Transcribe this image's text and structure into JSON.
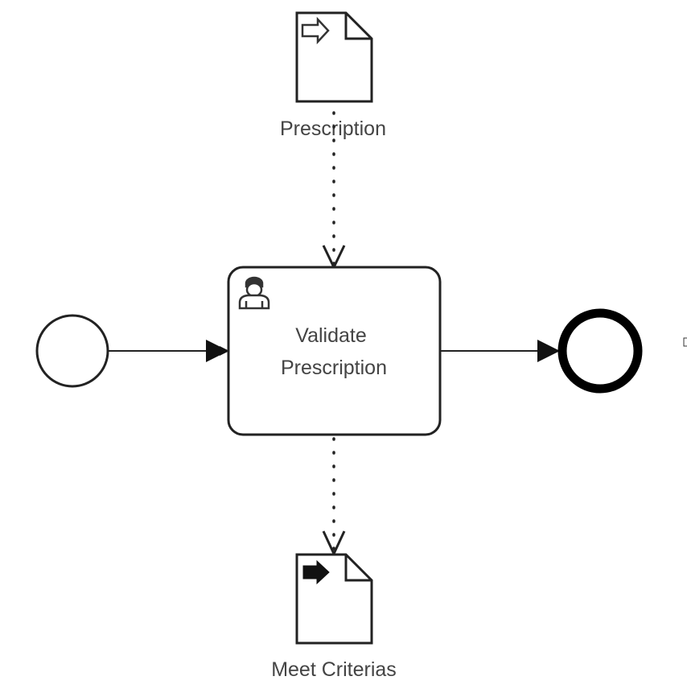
{
  "diagram": {
    "type": "BPMN process",
    "start_event": {
      "label": ""
    },
    "task": {
      "type": "user-task",
      "label_lines": [
        "Validate",
        "Prescription"
      ],
      "icon": "user-icon"
    },
    "end_event": {
      "label": ""
    },
    "data_input": {
      "label": "Prescription",
      "icon": "input-arrow-icon"
    },
    "data_output": {
      "label": "Meet Criterias",
      "icon": "output-arrow-icon"
    },
    "flows": [
      {
        "kind": "sequence",
        "from": "start_event",
        "to": "task"
      },
      {
        "kind": "sequence",
        "from": "task",
        "to": "end_event"
      },
      {
        "kind": "data-association",
        "from": "data_input",
        "to": "task"
      },
      {
        "kind": "data-association",
        "from": "task",
        "to": "data_output"
      }
    ],
    "colors": {
      "stroke": "#111111",
      "text": "#444444",
      "background": "#ffffff"
    }
  }
}
